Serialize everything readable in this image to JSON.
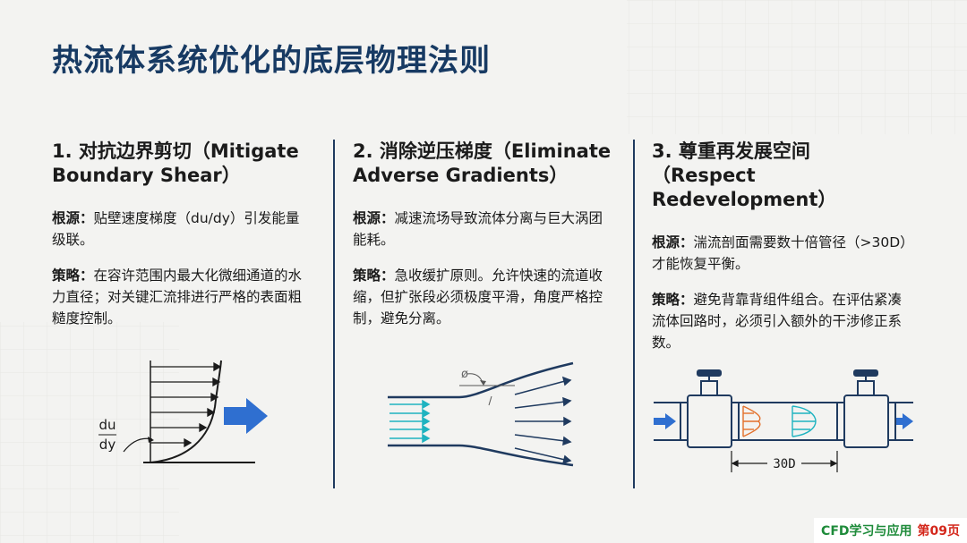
{
  "title": "热流体系统优化的底层物理法则",
  "columns": [
    {
      "heading": "1. 对抗边界剪切（Mitigate Boundary Shear）",
      "root_label": "根源：",
      "root_text": "贴壁速度梯度（du/dy）引发能量级联。",
      "strategy_label": "策略：",
      "strategy_text": "在容许范围内最大化微细通道的水力直径；对关键汇流排进行严格的表面粗糙度控制。"
    },
    {
      "heading": "2. 消除逆压梯度（Eliminate Adverse Gradients）",
      "root_label": "根源：",
      "root_text": "减速流场导致流体分离与巨大涡团能耗。",
      "strategy_label": "策略：",
      "strategy_text": "急收缓扩原则。允许快速的流道收缩，但扩张段必须极度平滑，角度严格控制，避免分离。"
    },
    {
      "heading": "3. 尊重再发展空间（Respect Redevelopment）",
      "root_label": "根源：",
      "root_text": "湍流剖面需要数十倍管径（>30D）才能恢复平衡。",
      "strategy_label": "策略：",
      "strategy_text": "避免背靠背组件组合。在评估紧凑流体回路时，必须引入额外的干涉修正系数。"
    }
  ],
  "figures": {
    "boundary": {
      "numerator": "du",
      "denominator": "dy"
    },
    "diffuser": {
      "angle_symbol": "ø"
    },
    "pipe": {
      "spacing_label": "30D"
    }
  },
  "footer": {
    "brand": "CFD学习与应用",
    "page": "第09页"
  },
  "colors": {
    "title": "#173a63",
    "divider": "#1f3a5f",
    "flow_arrow": "#2f6fd0",
    "teal": "#1fb3c0",
    "orange": "#e3702b",
    "footer_brand": "#1e8b3a",
    "footer_page": "#d4281c"
  }
}
